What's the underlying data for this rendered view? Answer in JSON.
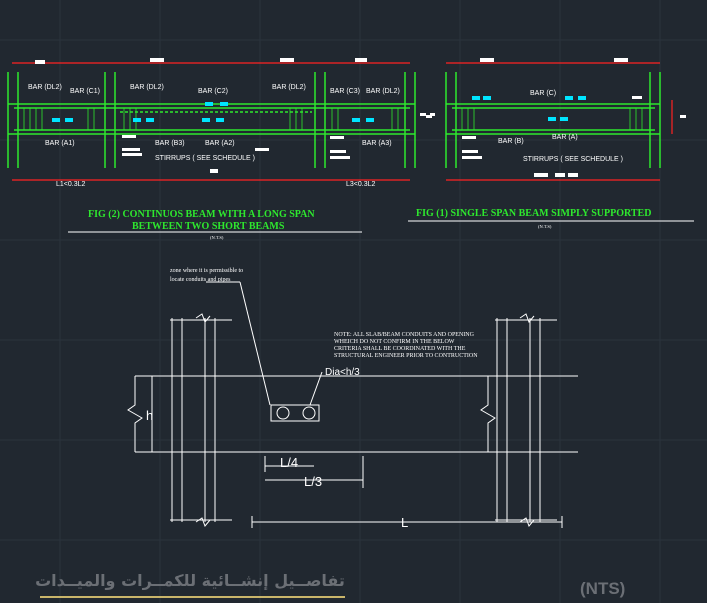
{
  "colors": {
    "background": "#212830",
    "beam_line": "#2ee82e",
    "dimension": "#ff2222",
    "label": "#ffffff",
    "rebar_tag": "#00e5ff",
    "grid": "#2b333d"
  },
  "fig2": {
    "bar_labels_top": [
      "BAR (DL2)",
      "BAR (C1)",
      "BAR (DL2)",
      "BAR (C2)",
      "BAR (DL2)",
      "BAR (C3)",
      "BAR (DL2)"
    ],
    "bar_labels_bottom": [
      "BAR (A1)",
      "BAR (B3)",
      "BAR (A2)",
      "BAR (A3)"
    ],
    "stirrups_label": "STIRRUPS ( SEE SCHEDULE )",
    "span_left": "L1<0.3L2",
    "span_right": "L3<0.3L2",
    "title_line1": "FIG (2) CONTINUOS BEAM WITH A LONG SPAN",
    "title_line2": "BETWEEN TWO SHORT BEAMS",
    "scale_note": "(N.T.S)"
  },
  "fig1": {
    "bar_labels_top": [
      "BAR (C)"
    ],
    "bar_labels_bottom": [
      "BAR (B)",
      "BAR (A)"
    ],
    "stirrups_label": "STIRRUPS ( SEE SCHEDULE )",
    "title": "FIG (1) SINGLE SPAN BEAM SIMPLY SUPPORTED",
    "scale_note": "(N.T.S)"
  },
  "opening_detail": {
    "zone_note_line1": "zone where it is permissible to",
    "zone_note_line2": "locate conduits and pipes",
    "note_lines": [
      "NOTE: ALL SLAB/BEAM CONDUITS AND OPENING",
      "WHEICH DO NOT CONFIRM IN THE BELOW",
      "CRITERIA SHALL BE COORDINATED WITH THE",
      "STRUCTURAL ENGINEER PRIOR TO CONTRUCTION"
    ],
    "dia_label": "Dia<h/3",
    "h_label": "h",
    "l4_label": "L/4",
    "l3_label": "L/3",
    "l_label": "L"
  },
  "footer": {
    "arabic_title": "تفاصــيل إنشــائية للكمــرات والميــدات",
    "nts": "(NTS)"
  }
}
